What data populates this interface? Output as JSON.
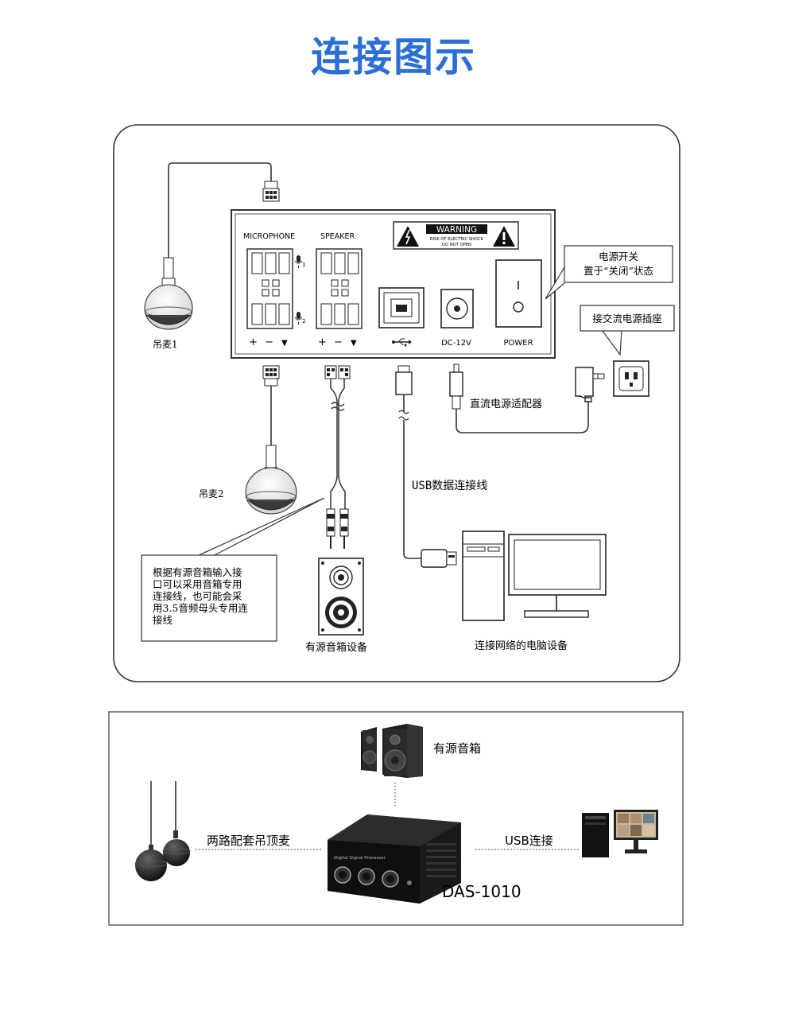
{
  "title": "连接图示",
  "colors": {
    "title": "#2b6fd6",
    "line": "#222222",
    "frame": "#333333"
  },
  "panel": {
    "microphone_label": "MICROPHONE",
    "speaker_label": "SPEAKER",
    "warning_title": "WARNING",
    "warning_line1": "RISK OF ELECTRIC SHOCK",
    "warning_line2": "DO NOT OPEN",
    "dc_label": "DC-12V",
    "power_label": "POWER",
    "pin_plus": "+",
    "pin_minus": "−",
    "pin_ground": "▼",
    "mic1_index": "1",
    "mic2_index": "2"
  },
  "upper": {
    "mic1_label": "吊麦1",
    "mic2_label": "吊麦2",
    "switch_note_line1": "电源开关",
    "switch_note_line2": "置于“关闭”状态",
    "ac_socket_label": "接交流电源插座",
    "dc_adapter_label": "直流电源适配器",
    "usb_cable_label": "USB数据连接线",
    "speaker_note_lines": [
      "根据有源音箱输入接",
      "口可以采用音箱专用",
      "连接线，也可能会采",
      "用3.5音频母头专用连",
      "接线"
    ],
    "speaker_device_label": "有源音箱设备",
    "computer_label": "连接网络的电脑设备"
  },
  "lower": {
    "speaker_label": "有源音箱",
    "mics_label": "两路配套吊顶麦",
    "usb_label": "USB连接",
    "device_model": "DAS-1010",
    "device_face_text": "Digital Signal Processor"
  },
  "icons": [
    "warning-icon",
    "usb-icon",
    "microphone-icon"
  ]
}
